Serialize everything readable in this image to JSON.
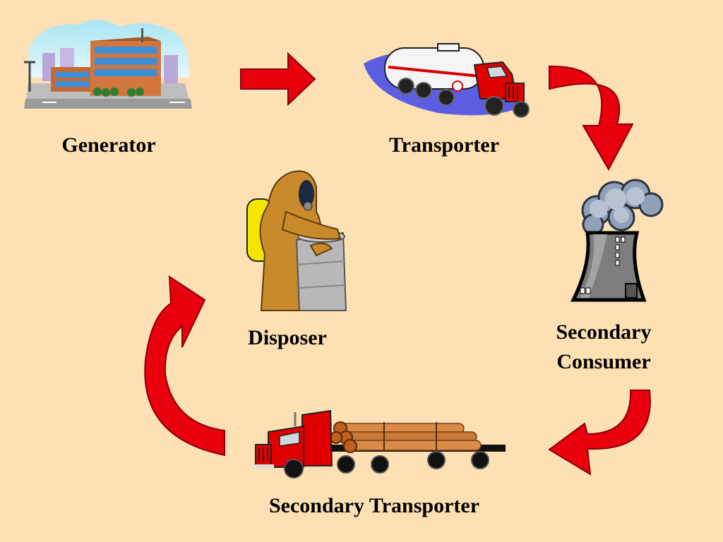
{
  "colors": {
    "background": "#fde0b4",
    "arrow": "#e8000d",
    "arrow_shadow": "#8a0008"
  },
  "nodes": {
    "generator": {
      "label": "Generator",
      "icon": "factory-building-icon"
    },
    "transporter": {
      "label": "Transporter",
      "icon": "tanker-truck-icon"
    },
    "secondary_consumer": {
      "line1": "Secondary",
      "line2": "Consumer",
      "icon": "cooling-tower-icon"
    },
    "secondary_transporter": {
      "label": "Secondary Transporter",
      "icon": "log-truck-icon"
    },
    "disposer": {
      "label": "Disposer",
      "icon": "hazmat-worker-icon"
    }
  }
}
